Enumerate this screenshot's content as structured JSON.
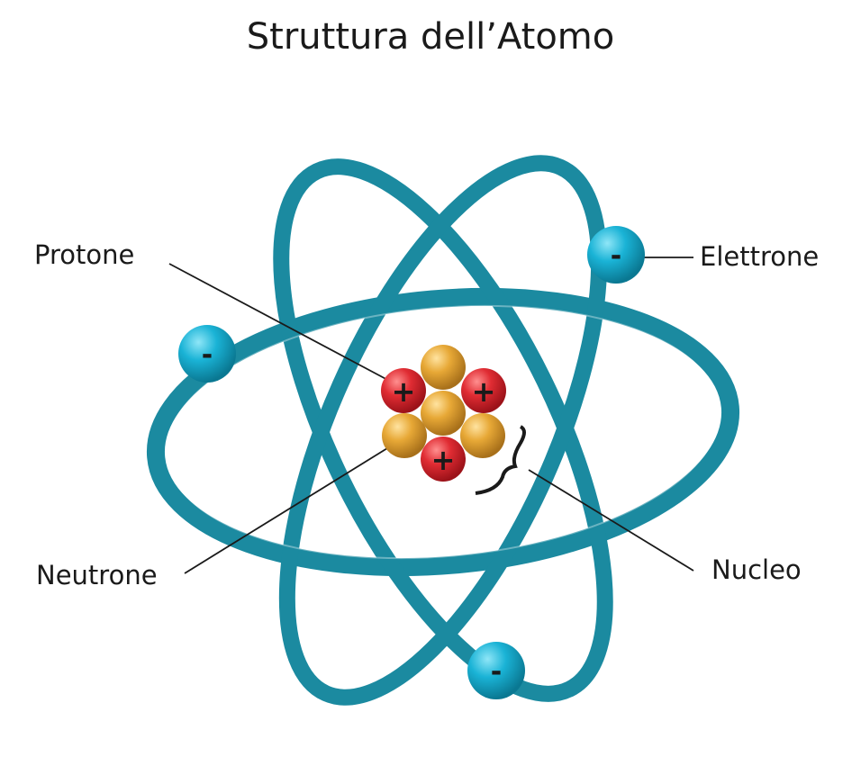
{
  "title": "Struttura dell’Atomo",
  "labels": {
    "proton": "Protone",
    "electron": "Elettrone",
    "neutron": "Neutrone",
    "nucleus": "Nucleo"
  },
  "symbols": {
    "proton_sign": "+",
    "electron_sign": "-"
  },
  "colors": {
    "orbit": "#1b8aa0",
    "electron": "#1ea7c9",
    "proton": "#d62a2f",
    "neutron": "#e2a432",
    "leader_line": "#1a1a1a"
  }
}
